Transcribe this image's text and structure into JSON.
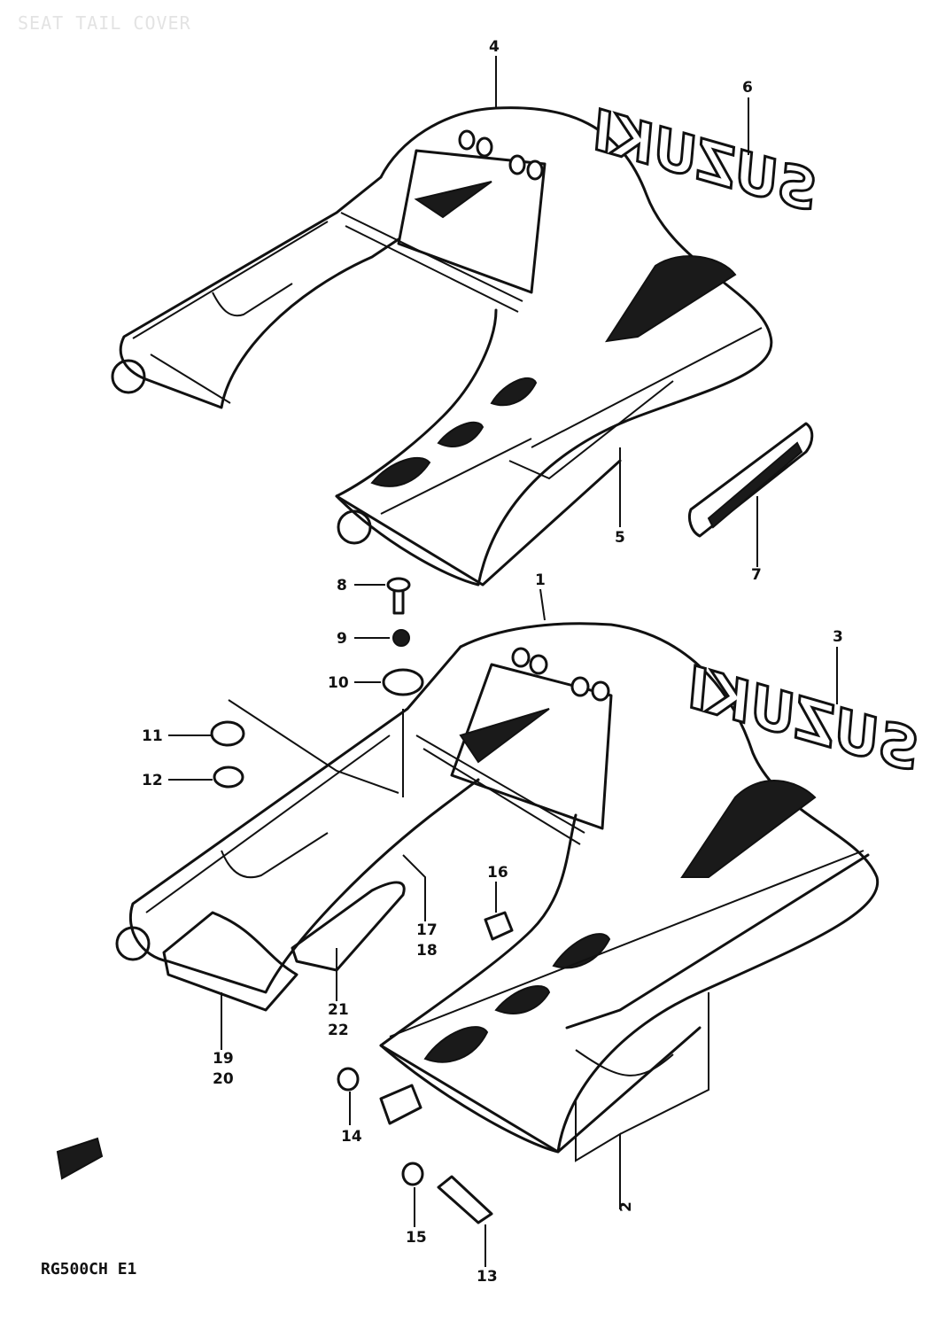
{
  "header": {
    "title": "SEAT TAIL COVER"
  },
  "footer": {
    "model_code": "RG500CH E1"
  },
  "logo_text": "SUZUKI",
  "colors": {
    "ink": "#111111",
    "paper": "#ffffff",
    "faded_title": "#e3e3e3"
  },
  "callouts": {
    "c1": "1",
    "c2": "2",
    "c3": "3",
    "c4": "4",
    "c5": "5",
    "c6": "6",
    "c7": "7",
    "c8": "8",
    "c9": "9",
    "c10": "10",
    "c11": "11",
    "c12": "12",
    "c13": "13",
    "c14": "14",
    "c15": "15",
    "c16": "16",
    "c17": "17",
    "c18": "18",
    "c19": "19",
    "c20": "20",
    "c21": "21",
    "c22": "22"
  },
  "icons": {
    "front_arrow": "arrow-indicator-icon"
  }
}
